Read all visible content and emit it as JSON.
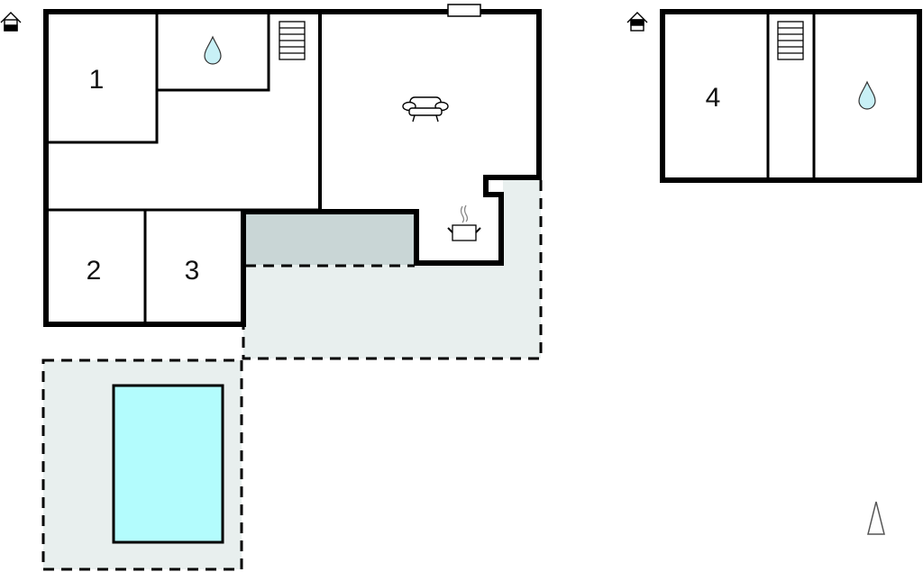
{
  "diagram": {
    "type": "floor-plan",
    "buildings": [
      {
        "id": "main-house",
        "floor_icon": "house-ground-floor-icon"
      },
      {
        "id": "annex",
        "floor_icon": "house-upper-floor-icon"
      }
    ],
    "rooms": [
      {
        "label": "1",
        "type": "bedroom"
      },
      {
        "label": "2",
        "type": "bedroom"
      },
      {
        "label": "3",
        "type": "bedroom"
      },
      {
        "label": "4",
        "type": "bedroom"
      }
    ],
    "icons": [
      "bathroom-drop-icon",
      "stairs-icon",
      "sofa-icon",
      "kitchen-pot-icon",
      "window-icon",
      "north-arrow-icon"
    ],
    "colors": {
      "wall": "#000000",
      "terrace": "#e8efee",
      "covered_terrace": "#c9d6d6",
      "pool": "#b3fcfd",
      "water_drop": "#c8f0f6"
    }
  }
}
